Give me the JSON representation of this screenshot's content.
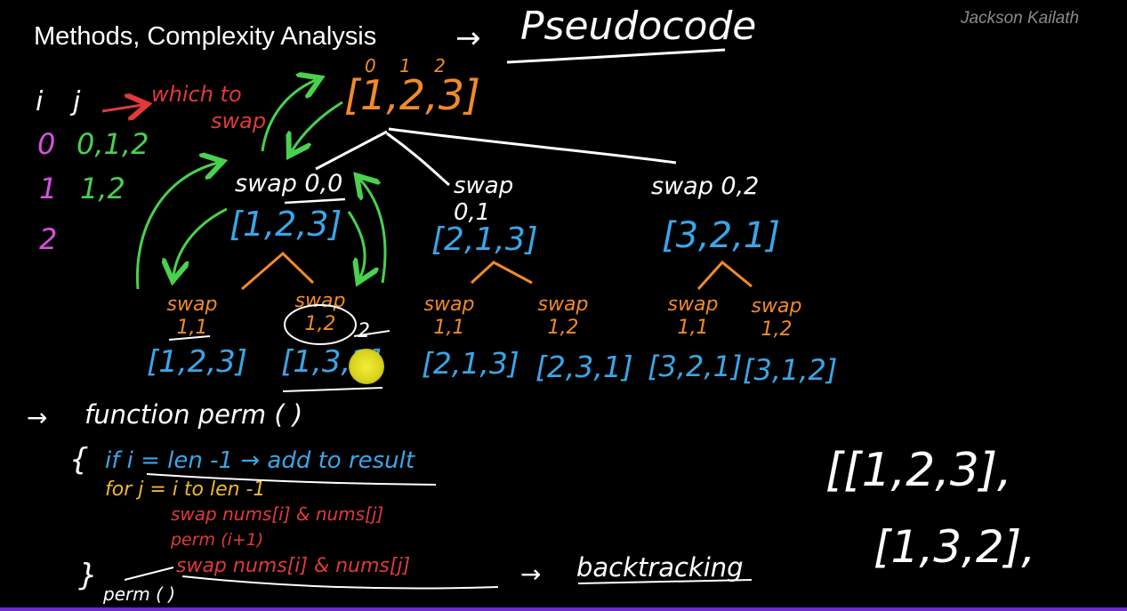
{
  "header": {
    "title": "Methods, Complexity Analysis",
    "arrow": "→",
    "subtitle": "Pseudocode",
    "author": "Jackson Kailath"
  },
  "legend": {
    "i_label": "i",
    "j_label": "j",
    "which_to": "which to",
    "swap": "swap",
    "rows": [
      {
        "i": "0",
        "j": "0,1,2"
      },
      {
        "i": "1",
        "j": "1,2"
      },
      {
        "i": "2",
        "j": ""
      }
    ]
  },
  "tree": {
    "root": {
      "indices": "0 1 2",
      "array": "[1,2,3]"
    },
    "level1": [
      {
        "label": "swap 0,0",
        "array": "[1,2,3]"
      },
      {
        "label": "swap 0,1",
        "array": "[2,1,3]"
      },
      {
        "label": "swap 0,2",
        "array": "[3,2,1]"
      }
    ],
    "level2": [
      {
        "label": "swap 1,1",
        "array": "[1,2,3]"
      },
      {
        "label": "swap 1,2",
        "array": "[1,3,2]"
      },
      {
        "label": "swap 1,1",
        "array": "[2,1,3]"
      },
      {
        "label": "swap 1,2",
        "array": "[2,3,1]"
      },
      {
        "label": "swap 1,1",
        "array": "[3,2,1]"
      },
      {
        "label": "swap 1,2",
        "array": "[3,1,2]"
      }
    ],
    "annot_2": "2"
  },
  "pseudocode": {
    "line1_arrow": "→",
    "line1": "function perm (      )",
    "brace_open": "{",
    "if_line": "if i = len -1 → add to result",
    "for_line": "for j = i to len -1",
    "swap1": "swap nums[i] & nums[j]",
    "perm_call": "perm (i+1)",
    "brace_close": "}",
    "swap2": "swap nums[i] & nums[j]",
    "arrow2": "→",
    "backtracking": "backtracking",
    "perm2": "perm (       )"
  },
  "result": {
    "line1": "[[1,2,3],",
    "line2": "[1,3,2],"
  }
}
